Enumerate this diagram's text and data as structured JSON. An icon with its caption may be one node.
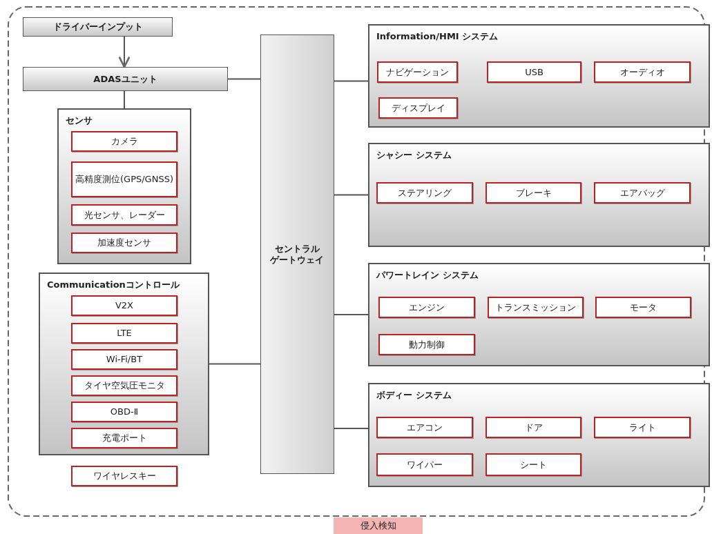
{
  "diagram": {
    "nodes": [
      {
        "text": [
          "ドライバーインプット"
        ]
      },
      {
        "text": [
          "ADASユニット"
        ]
      },
      {
        "text": [
          "センサ"
        ]
      },
      {
        "text": [
          "カメラ"
        ],
        "in": 2
      },
      {
        "text": [
          "高精度測位(GPS/GNSS)"
        ],
        "in": 2
      },
      {
        "text": [
          "光センサ、レーダー"
        ],
        "in": 2
      },
      {
        "text": [
          "加速度センサ"
        ],
        "in": 2
      },
      {
        "text": [
          "Communicationコントロール"
        ]
      },
      {
        "text": [
          "V2X"
        ],
        "in": 7
      },
      {
        "text": [
          "LTE"
        ],
        "in": 7
      },
      {
        "text": [
          "Wi-Fi/BT"
        ],
        "in": 7
      },
      {
        "text": [
          "タイヤ空気圧モニタ"
        ],
        "in": 7
      },
      {
        "text": [
          "OBD-Ⅱ"
        ],
        "in": 7
      },
      {
        "text": [
          "充電ポート"
        ],
        "in": 7
      },
      {
        "text": [
          "ワイヤレスキー"
        ]
      },
      {
        "text": [
          "セントラルゲートウェイ"
        ]
      },
      {
        "text": [
          "Information/HMI システム"
        ]
      },
      {
        "text": [
          "ナビゲーション"
        ],
        "in": 16
      },
      {
        "text": [
          "USB"
        ],
        "in": 16
      },
      {
        "text": [
          "オーディオ"
        ],
        "in": 16
      },
      {
        "text": [
          "ディスプレイ"
        ],
        "in": 16
      },
      {
        "text": [
          "シャシー システム"
        ]
      },
      {
        "text": [
          "ステアリング"
        ],
        "in": 21
      },
      {
        "text": [
          "ブレーキ"
        ],
        "in": 21
      },
      {
        "text": [
          "エアバッグ"
        ],
        "in": 21
      },
      {
        "text": [
          "パワートレイン システム"
        ]
      },
      {
        "text": [
          "エンジン"
        ],
        "in": 25
      },
      {
        "text": [
          "トランスミッション"
        ],
        "in": 25
      },
      {
        "text": [
          "モータ"
        ],
        "in": 25
      },
      {
        "text": [
          "動力制御"
        ],
        "in": 25
      },
      {
        "text": [
          "ボディー システム"
        ]
      },
      {
        "text": [
          "エアコン"
        ],
        "in": 30
      },
      {
        "text": [
          "ドア"
        ],
        "in": 30
      },
      {
        "text": [
          "ライト"
        ],
        "in": 30
      },
      {
        "text": [
          "ワイパー"
        ],
        "in": 30
      },
      {
        "text": [
          "シート"
        ],
        "in": 30
      },
      {
        "text": [
          "侵入検知"
        ]
      }
    ],
    "edges": [
      {
        "from": 0,
        "to": 1,
        "arrow": "to"
      },
      {
        "from": 1,
        "to": 2,
        "arrow": "none"
      },
      {
        "from": 1,
        "to": 15,
        "arrow": "none"
      },
      {
        "from": 7,
        "to": 15,
        "arrow": "none"
      },
      {
        "from": 15,
        "to": 16,
        "arrow": "none"
      },
      {
        "from": 15,
        "to": 21,
        "arrow": "none"
      },
      {
        "from": 15,
        "to": 25,
        "arrow": "none"
      },
      {
        "from": 15,
        "to": 30,
        "arrow": "none"
      }
    ]
  }
}
